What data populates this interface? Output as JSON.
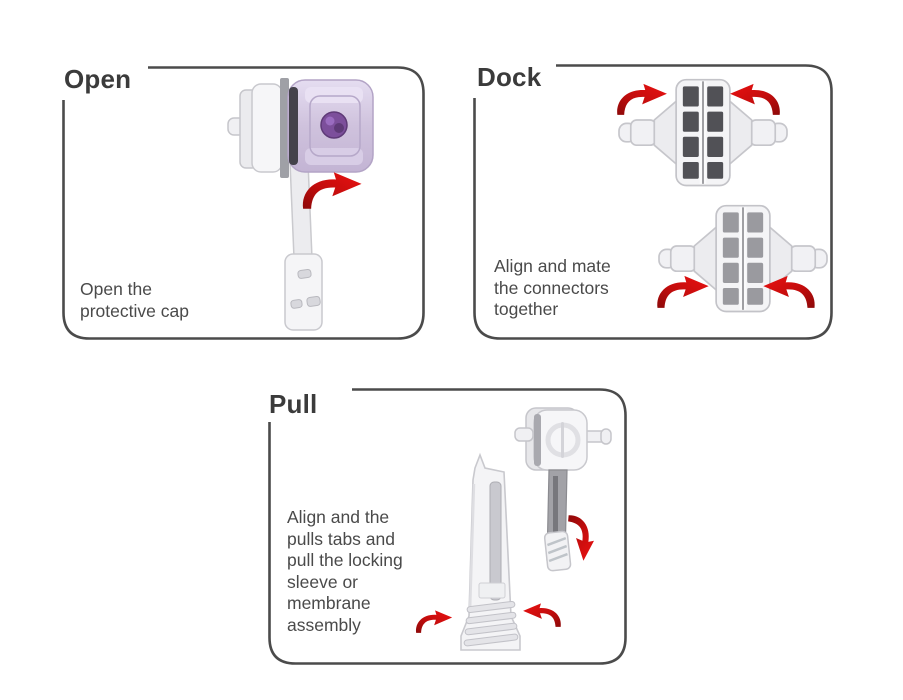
{
  "figure": {
    "background": "#ffffff",
    "type": "instructional-diagram",
    "step_count": 3
  },
  "colors": {
    "panel_border": "#4b4b4b",
    "title_text": "#3b3b3b",
    "body_text": "#4a4a4a",
    "arrow_red_bright": "#e31111",
    "arrow_red_dark": "#8d0909",
    "cap_lavender": "#cfc2dd",
    "cap_lavender_highlight": "#eae2f4",
    "cap_knob_purple": "#7c4f9b",
    "device_white": "#f5f5f7",
    "device_outline": "#c9c9ce",
    "slot_dark": "#515156",
    "slot_mid": "#9a9a9f"
  },
  "icons": {
    "curved_arrow": "red curved swoosh arrow (tapered band with triangular head)"
  },
  "panels": {
    "open": {
      "title": "Open",
      "description": "Open the\nprotective cap"
    },
    "dock": {
      "title": "Dock",
      "description": "Align and mate\nthe connectors\ntogether"
    },
    "pull": {
      "title": "Pull",
      "description": "Align and the\npulls tabs and\npull the locking\nsleeve or\nmembrane\nassembly"
    }
  }
}
